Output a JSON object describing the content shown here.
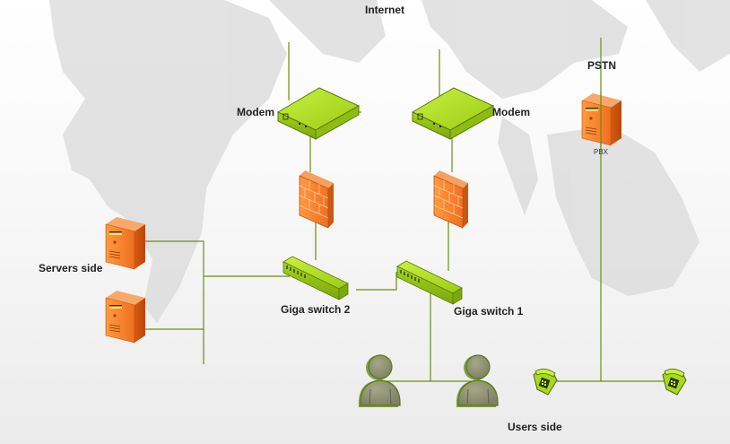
{
  "diagram": {
    "type": "network-topology",
    "colors": {
      "link": "#6b8e14",
      "green_device": "#a8d820",
      "orange_device": "#f07828",
      "person": "#8a8f6c",
      "map": "#d6d6d6"
    },
    "labels": {
      "internet": "Internet",
      "pstn": "PSTN",
      "modem_left": "Modem",
      "modem_right": "Modem",
      "pbx": "PBX",
      "switch2": "Giga switch 2",
      "switch1": "Giga switch 1",
      "servers": "Servers side",
      "users": "Users side"
    },
    "nodes": [
      {
        "id": "modem-a",
        "kind": "modem",
        "label": "Modem"
      },
      {
        "id": "modem-b",
        "kind": "modem",
        "label": "Modem"
      },
      {
        "id": "firewall-a",
        "kind": "firewall"
      },
      {
        "id": "firewall-b",
        "kind": "firewall"
      },
      {
        "id": "switch-2",
        "kind": "switch",
        "label": "Giga switch 2"
      },
      {
        "id": "switch-1",
        "kind": "switch",
        "label": "Giga switch 1"
      },
      {
        "id": "server-1",
        "kind": "server"
      },
      {
        "id": "server-2",
        "kind": "server"
      },
      {
        "id": "pbx",
        "kind": "server",
        "label": "PBX"
      },
      {
        "id": "user-1",
        "kind": "user"
      },
      {
        "id": "user-2",
        "kind": "user"
      },
      {
        "id": "phone-1",
        "kind": "phone"
      },
      {
        "id": "phone-2",
        "kind": "phone"
      }
    ],
    "edges": [
      [
        "internet",
        "modem-a"
      ],
      [
        "internet",
        "modem-b"
      ],
      [
        "modem-a",
        "firewall-a"
      ],
      [
        "modem-b",
        "firewall-b"
      ],
      [
        "firewall-a",
        "switch-2"
      ],
      [
        "firewall-b",
        "switch-1"
      ],
      [
        "switch-2",
        "switch-1"
      ],
      [
        "server-1",
        "switch-2"
      ],
      [
        "server-2",
        "switch-2"
      ],
      [
        "switch-1",
        "user-1"
      ],
      [
        "switch-1",
        "user-2"
      ],
      [
        "pstn",
        "pbx"
      ],
      [
        "pbx",
        "phone-1"
      ],
      [
        "pbx",
        "phone-2"
      ]
    ]
  }
}
